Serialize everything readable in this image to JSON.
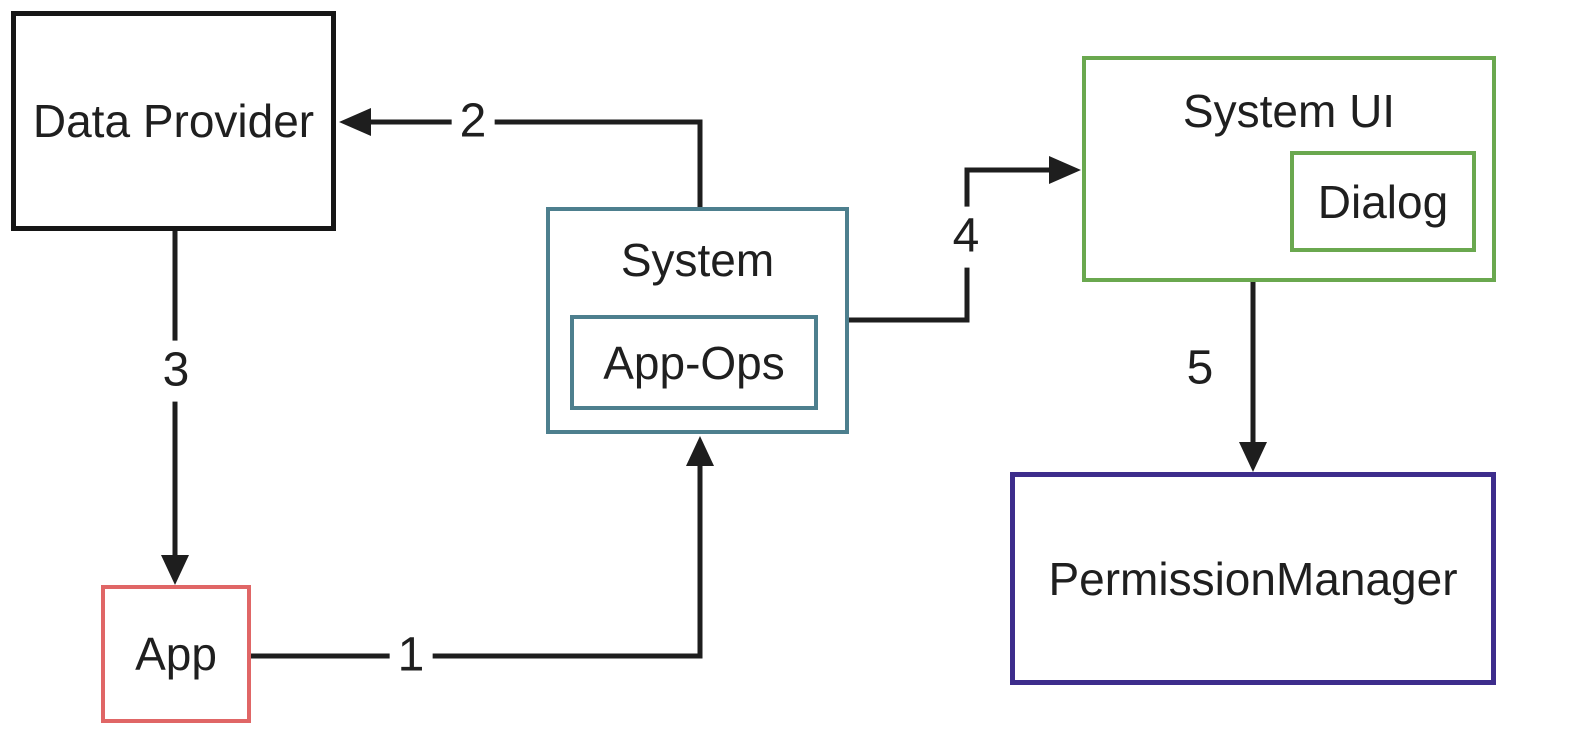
{
  "diagram": {
    "type": "flow-diagram",
    "background_color": "#ffffff",
    "text_color": "#1f1f1f",
    "arrow_color": "#1e1e1e",
    "nodes": {
      "data_provider": {
        "label": "Data Provider",
        "border_color": "#161616"
      },
      "app": {
        "label": "App",
        "border_color": "#e06666"
      },
      "system": {
        "label": "System",
        "border_color": "#4d7f8e"
      },
      "app_ops": {
        "label": "App-Ops",
        "border_color": "#4d7f8e",
        "parent": "system"
      },
      "system_ui": {
        "label": "System UI",
        "border_color": "#6aa84f"
      },
      "dialog": {
        "label": "Dialog",
        "border_color": "#6aa84f",
        "parent": "system_ui"
      },
      "permission_manager": {
        "label": "PermissionManager",
        "border_color": "#3d2d8c"
      }
    },
    "edges": {
      "e1": {
        "label": "1",
        "from": "app",
        "to": "system"
      },
      "e2": {
        "label": "2",
        "from": "system",
        "to": "data_provider"
      },
      "e3": {
        "label": "3",
        "from": "data_provider",
        "to": "app"
      },
      "e4": {
        "label": "4",
        "from": "system",
        "to": "system_ui"
      },
      "e5": {
        "label": "5",
        "from": "system_ui",
        "to": "permission_manager"
      }
    }
  }
}
